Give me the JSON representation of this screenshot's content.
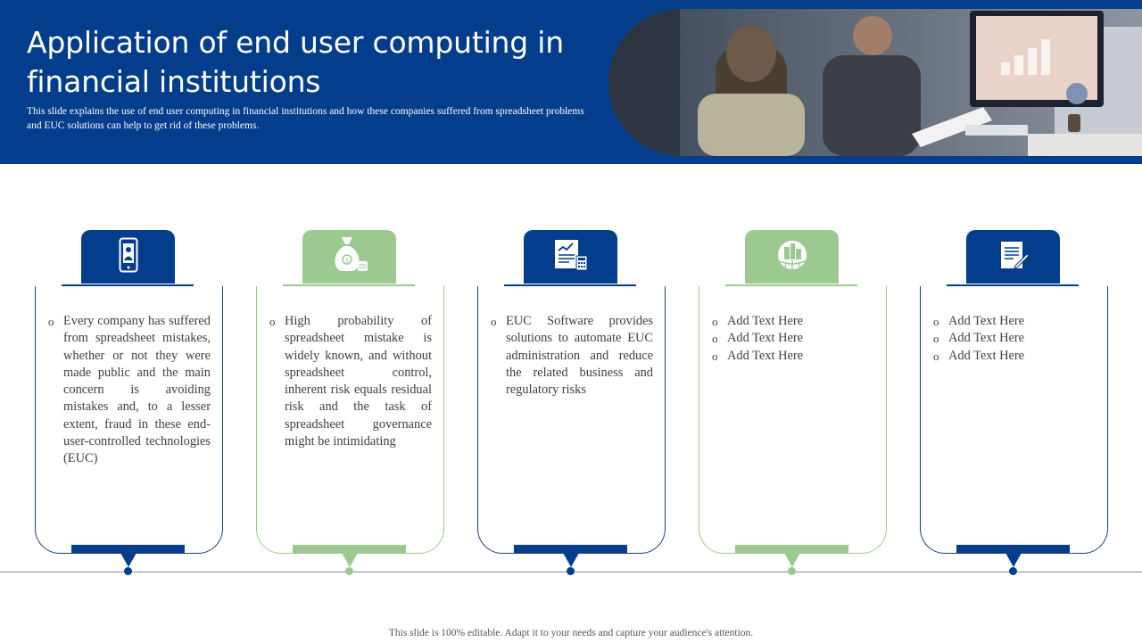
{
  "slide": {
    "title": "Application of end user computing in financial institutions",
    "subtitle": "This slide explains the use of end user computing in financial institutions and how these companies suffered from spreadsheet problems and EUC solutions can help to get rid of these problems.",
    "footer": "This slide is 100% editable. Adapt it to your needs and capture your audience's attention."
  },
  "colors": {
    "primary_blue": "#033d8b",
    "accent_green": "#9bc990",
    "text": "#3f3f3f"
  },
  "cards": [
    {
      "icon": "mobile-user-icon",
      "theme": "blue",
      "bullet": "o",
      "items": [
        "Every company has suffered from spreadsheet mistakes, whether or not they were made public and the main concern is avoiding mistakes and, to a lesser extent, fraud in these end-user-controlled technologies (EUC)"
      ]
    },
    {
      "icon": "money-bag-icon",
      "theme": "green",
      "bullet": "o",
      "items": [
        "High probability of spreadsheet mistake is widely known, and without spreadsheet control, inherent risk equals residual risk and the task of spreadsheet governance might be intimidating"
      ]
    },
    {
      "icon": "financial-report-icon",
      "theme": "blue",
      "bullet": "o",
      "items": [
        "EUC Software provides solutions to automate EUC administration and reduce the related business and regulatory risks"
      ]
    },
    {
      "icon": "global-buildings-icon",
      "theme": "green",
      "bullet": "o",
      "items": [
        "Add Text Here",
        "Add Text Here",
        "Add Text Here"
      ]
    },
    {
      "icon": "document-edit-icon",
      "theme": "blue",
      "bullet": "o",
      "items": [
        "Add Text Here",
        "Add Text Here",
        "Add Text Here"
      ]
    }
  ]
}
